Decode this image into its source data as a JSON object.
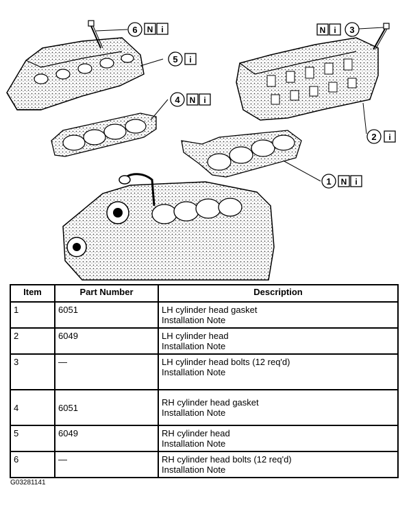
{
  "figure_id": "G03281141",
  "callouts": [
    {
      "number": "1",
      "badges": [
        "N",
        "i"
      ]
    },
    {
      "number": "2",
      "badges": [
        "i"
      ]
    },
    {
      "number": "3",
      "badges": [
        "N",
        "i"
      ]
    },
    {
      "number": "4",
      "badges": [
        "N",
        "i"
      ]
    },
    {
      "number": "5",
      "badges": [
        "i"
      ]
    },
    {
      "number": "6",
      "badges": [
        "N",
        "i"
      ]
    }
  ],
  "table": {
    "headers": {
      "item": "Item",
      "part_number": "Part Number",
      "description": "Description"
    },
    "rows": [
      {
        "item": "1",
        "part_number": "6051",
        "desc": "LH cylinder head gasket",
        "note": "Installation Note"
      },
      {
        "item": "2",
        "part_number": "6049",
        "desc": "LH cylinder head",
        "note": "Installation Note"
      },
      {
        "item": "3",
        "part_number": "—",
        "desc": "LH cylinder head bolts (12 req'd)",
        "note": "Installation Note"
      },
      {
        "item": "4",
        "part_number": "6051",
        "desc": "RH cylinder head gasket",
        "note": "Installation Note"
      },
      {
        "item": "5",
        "part_number": "6049",
        "desc": "RH cylinder head",
        "note": "Installation Note"
      },
      {
        "item": "6",
        "part_number": "—",
        "desc": "RH cylinder head bolts (12 req'd)",
        "note": "Installation Note"
      }
    ]
  }
}
